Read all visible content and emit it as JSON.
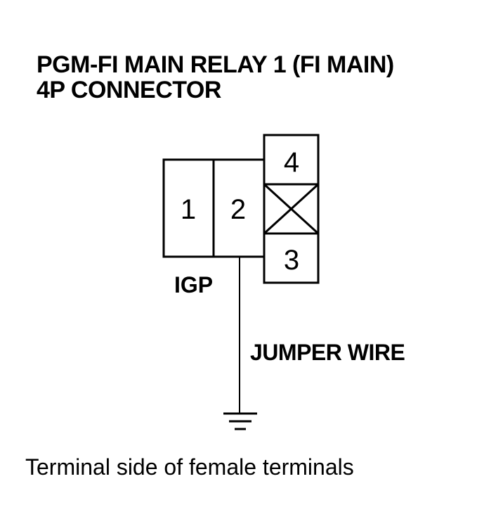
{
  "title": {
    "line1": "PGM-FI MAIN RELAY 1 (FI MAIN)",
    "line2": "4P CONNECTOR"
  },
  "connector": {
    "terminals": [
      "1",
      "2",
      "3",
      "4"
    ],
    "igp_label": "IGP"
  },
  "wire": {
    "label": "JUMPER WIRE"
  },
  "caption": "Terminal side of female terminals"
}
